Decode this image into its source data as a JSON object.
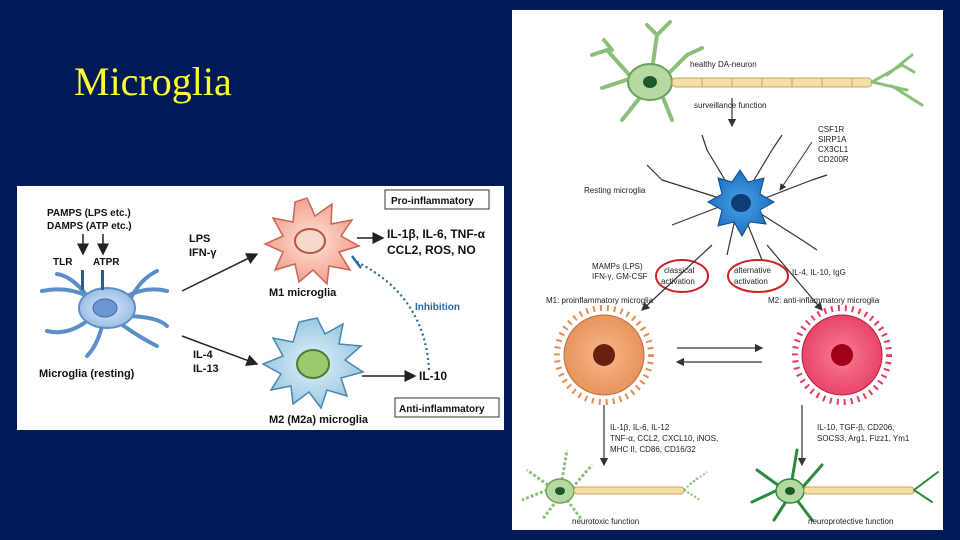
{
  "slide": {
    "title": "Microglia"
  },
  "left_diagram": {
    "pamps": "PAMPS (LPS etc.)",
    "damps": "DAMPS (ATP etc.)",
    "tlr": "TLR",
    "atpr": "ATPR",
    "resting": "Microglia (resting)",
    "m1_stimuli": [
      "LPS",
      "IFN-γ"
    ],
    "m2_stimuli": [
      "IL-4",
      "IL-13"
    ],
    "m1_label": "M1 microglia",
    "m2_label": "M2 (M2a) microglia",
    "pro_inflammatory": "Pro-inflammatory",
    "anti_inflammatory": "Anti-inflammatory",
    "m1_outputs": [
      "IL-1β, IL-6, TNF-α",
      "CCL2, ROS, NO"
    ],
    "m2_output": "IL-10",
    "inhibition": "Inhibition"
  },
  "right_diagram": {
    "healthy_neuron": "healthy DA-neuron",
    "surveillance": "surveillance function",
    "receptors": [
      "CSF1R",
      "SIRP1A",
      "CX3CL1",
      "CD200R"
    ],
    "resting_microglia": "Resting microglia",
    "mamps": [
      "MAMPs (LPS)",
      "IFN-γ, GM-CSF"
    ],
    "classical": [
      "classical",
      "activation"
    ],
    "alternative": [
      "alternative",
      "activation"
    ],
    "alt_stimuli": "IL-4, IL-10, IgG",
    "m1_label": "M1: proinflammatory microglia",
    "m2_label": "M2: anti-inflammatory microglia",
    "m1_products": [
      "IL-1β, IL-6, IL-12",
      "TNF-α, CCL2, CXCL10, iNOS,",
      "MHC II, CD86, CD16/32"
    ],
    "m2_products": [
      "IL-10, TGF-β, CD206,",
      "SOCS3, Arg1, Fizz1, Ym1"
    ],
    "neurotoxic": "neurotoxic function",
    "neuroprotective": "neuroprotective function"
  },
  "colors": {
    "background": "#001a57",
    "title": "#ffff33",
    "m1_cell": "#f7a899",
    "m2_cell": "#a6cfe6",
    "resting_cell": "#9fc4ea",
    "inhibition": "#2a6a9a"
  }
}
